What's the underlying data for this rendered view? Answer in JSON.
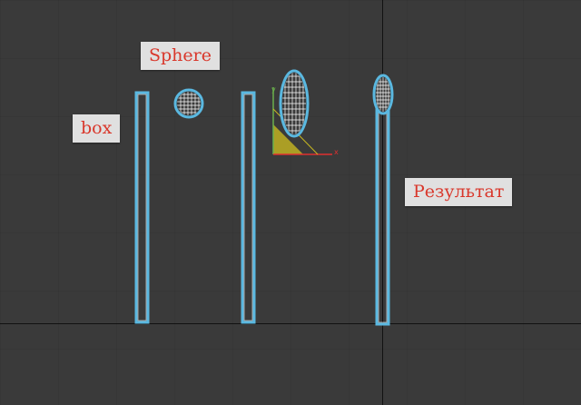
{
  "viewport": {
    "labels": {
      "sphere": "Sphere",
      "box": "box",
      "result": "Результат"
    },
    "gizmo": {
      "x_axis": "x",
      "y_axis": "y"
    },
    "colors": {
      "background": "#3a3a3a",
      "selection_outline": "#5ab8e0",
      "wire": "#ffffff",
      "label_bg": "#e0e0e0",
      "label_text": "#d9372b",
      "gizmo_x": "#e03030",
      "gizmo_y": "#6ab04c",
      "gizmo_plane": "#c8b820"
    }
  }
}
